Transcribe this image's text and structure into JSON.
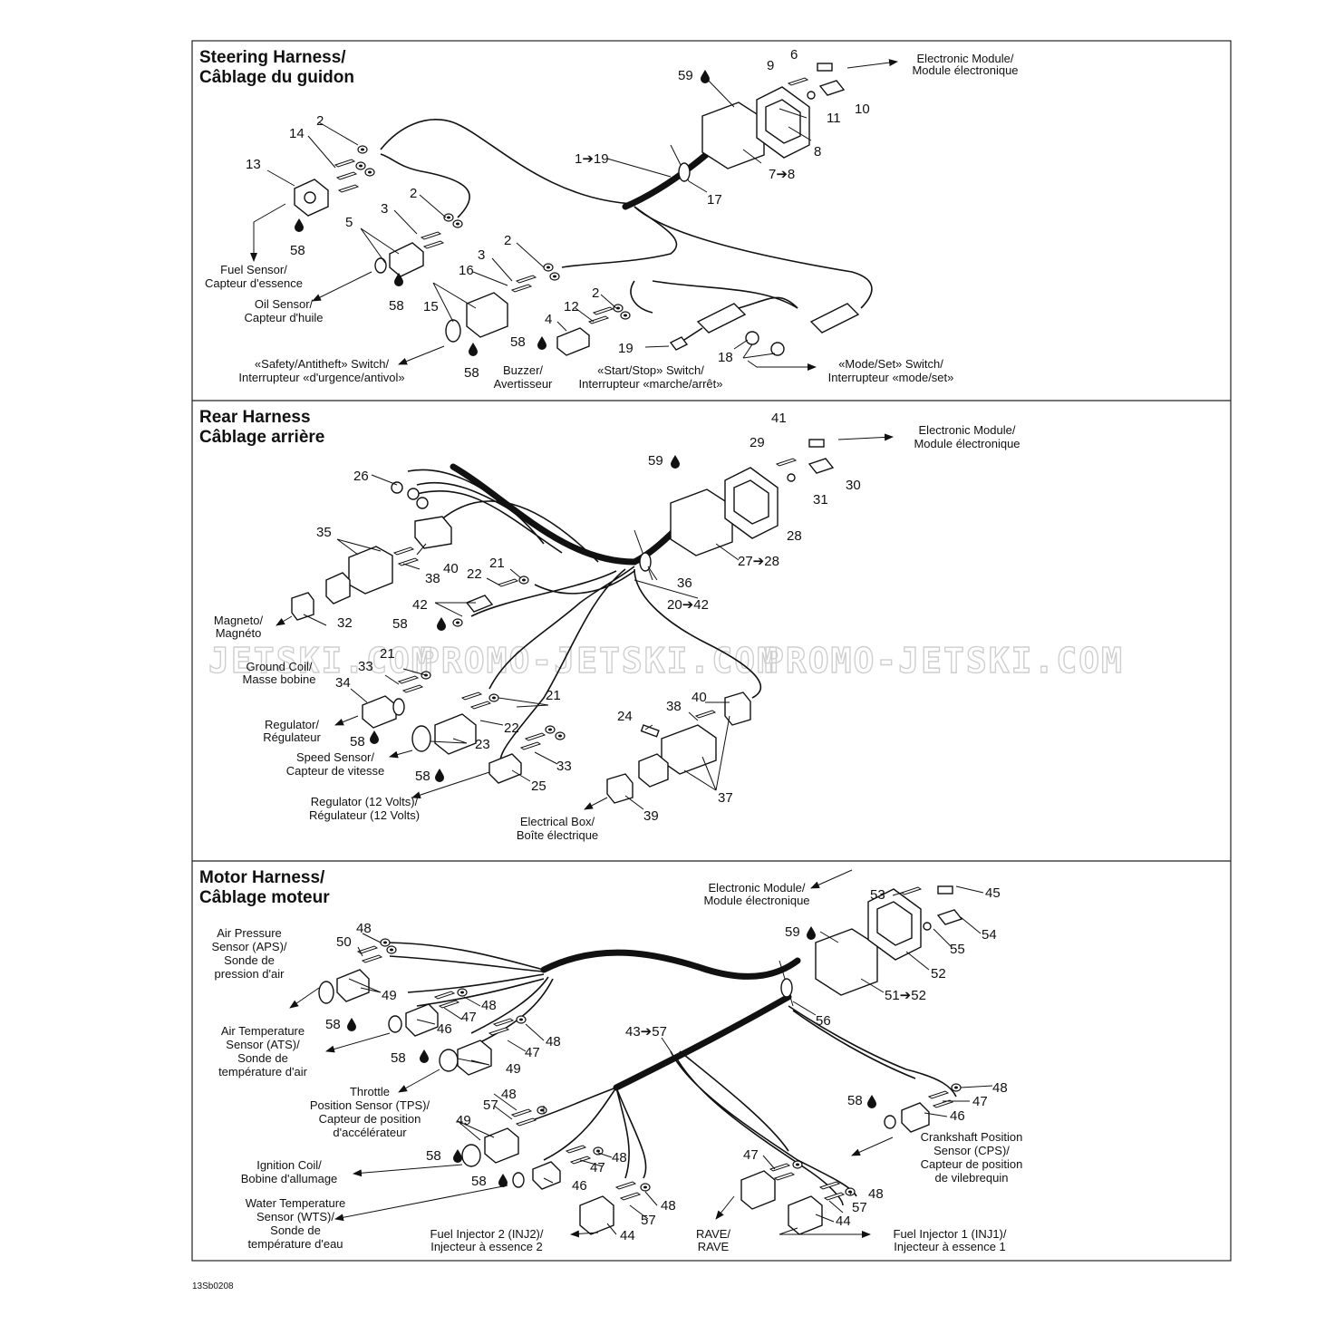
{
  "panels": {
    "steering": {
      "title_line1": "Steering Harness/",
      "title_line2": "Câblage du guidon"
    },
    "rear": {
      "title_line1": "Rear Harness",
      "title_line2": "Câblage arrière"
    },
    "motor": {
      "title_line1": "Motor Harness/",
      "title_line2": "Câblage moteur"
    }
  },
  "watermark": {
    "left": "JETSKI.COM",
    "mid": "PROMO-JETSKI.COM",
    "right": "PROMO-JETSKI.COM"
  },
  "figure_ref": "13Sb0208",
  "steering_labels": {
    "em1": "Electronic Module/",
    "em2": "Module électronique",
    "fs1": "Fuel Sensor/",
    "fs2": "Capteur d'essence",
    "os1": "Oil Sensor/",
    "os2": "Capteur d'huile",
    "sa1": "«Safety/Antitheft» Switch/",
    "sa2": "Interrupteur «d'urgence/antivol»",
    "bz1": "Buzzer/",
    "bz2": "Avertisseur",
    "ss1": "«Start/Stop» Switch/",
    "ss2": "Interrupteur «marche/arrêt»",
    "ms1": "«Mode/Set» Switch/",
    "ms2": "Interrupteur «mode/set»"
  },
  "steering_nums": {
    "n6": "6",
    "n9": "9",
    "n59": "59",
    "n10": "10",
    "n11": "11",
    "n8": "8",
    "n7to8": "7➔8",
    "n1to19": "1➔19",
    "n17": "17",
    "n2a": "2",
    "n14": "14",
    "n13": "13",
    "n58a": "58",
    "n2b": "2",
    "n3a": "3",
    "n5": "5",
    "n58b": "58",
    "n3b": "3",
    "n16": "16",
    "n2c": "2",
    "n15": "15",
    "n12": "12",
    "n2d": "2",
    "n4": "4",
    "n58c": "58",
    "n58d": "58",
    "n19": "19",
    "n18": "18"
  },
  "rear_labels": {
    "em1": "Electronic Module/",
    "em2": "Module électronique",
    "mg1": "Magneto/",
    "mg2": "Magnéto",
    "gc1": "Ground Coil/",
    "gc2": "Masse bobine",
    "rg1": "Regulator/",
    "rg2": "Régulateur",
    "sp1": "Speed Sensor/",
    "sp2": "Capteur de vitesse",
    "r12a": "Regulator (12 Volts)/",
    "r12b": "Régulateur (12 Volts)",
    "eb1": "Electrical Box/",
    "eb2": "Boîte électrique"
  },
  "rear_nums": {
    "n41": "41",
    "n29": "29",
    "n59": "59",
    "n30": "30",
    "n31": "31",
    "n28": "28",
    "n27to28": "27➔28",
    "n26": "26",
    "n35": "35",
    "n40a": "40",
    "n38a": "38",
    "n22a": "22",
    "n21a": "21",
    "n36": "36",
    "n20to42": "20➔42",
    "n42": "42",
    "n58a": "58",
    "n32": "32",
    "n21b": "21",
    "n33a": "33",
    "n34": "34",
    "n21c": "21",
    "n58b": "58",
    "n22b": "22",
    "n23": "23",
    "n33b": "33",
    "n58c": "58",
    "n25": "25",
    "n24": "24",
    "n38b": "38",
    "n40b": "40",
    "n37": "37",
    "n39": "39"
  },
  "motor_labels": {
    "em1": "Electronic Module/",
    "em2": "Module électronique",
    "aps1": "Air Pressure",
    "aps2": "Sensor (APS)/",
    "aps3": "Sonde de",
    "aps4": "pression d'air",
    "ats1": "Air Temperature",
    "ats2": "Sensor (ATS)/",
    "ats3": "Sonde de",
    "ats4": "température d'air",
    "tps1": "Throttle",
    "tps2": "Position Sensor (TPS)/",
    "tps3": "Capteur de position",
    "tps4": "d'accélérateur",
    "ic1": "Ignition Coil/",
    "ic2": "Bobine d'allumage",
    "wts1": "Water Temperature",
    "wts2": "Sensor (WTS)/",
    "wts3": "Sonde de",
    "wts4": "température d'eau",
    "inj2a": "Fuel Injector 2 (INJ2)/",
    "inj2b": "Injecteur à essence 2",
    "rave1": "RAVE/",
    "rave2": "RAVE",
    "inj1a": "Fuel Injector 1 (INJ1)/",
    "inj1b": "Injecteur à essence 1",
    "cps1": "Crankshaft Position",
    "cps2": "Sensor (CPS)/",
    "cps3": "Capteur de position",
    "cps4": "de vilebrequin"
  },
  "motor_nums": {
    "n53": "53",
    "n45": "45",
    "n59": "59",
    "n54": "54",
    "n55": "55",
    "n52": "52",
    "n51to52": "51➔52",
    "n56": "56",
    "n43to57": "43➔57",
    "n48a": "48",
    "n50": "50",
    "n49a": "49",
    "n58a": "58",
    "n47a": "47",
    "n48b": "48",
    "n46a": "46",
    "n48c": "48",
    "n47b": "47",
    "n58b": "58",
    "n49b": "49",
    "n48d": "48",
    "n57a": "57",
    "n49c": "49",
    "n58c": "58",
    "n47c": "47",
    "n48e": "48",
    "n58d": "58",
    "n46b": "46",
    "n48f": "48",
    "n57b": "57",
    "n44a": "44",
    "n47d": "47",
    "n48g": "48",
    "n57c": "57",
    "n44b": "44",
    "n58e": "58",
    "n48h": "48",
    "n47e": "47",
    "n46c": "46"
  }
}
